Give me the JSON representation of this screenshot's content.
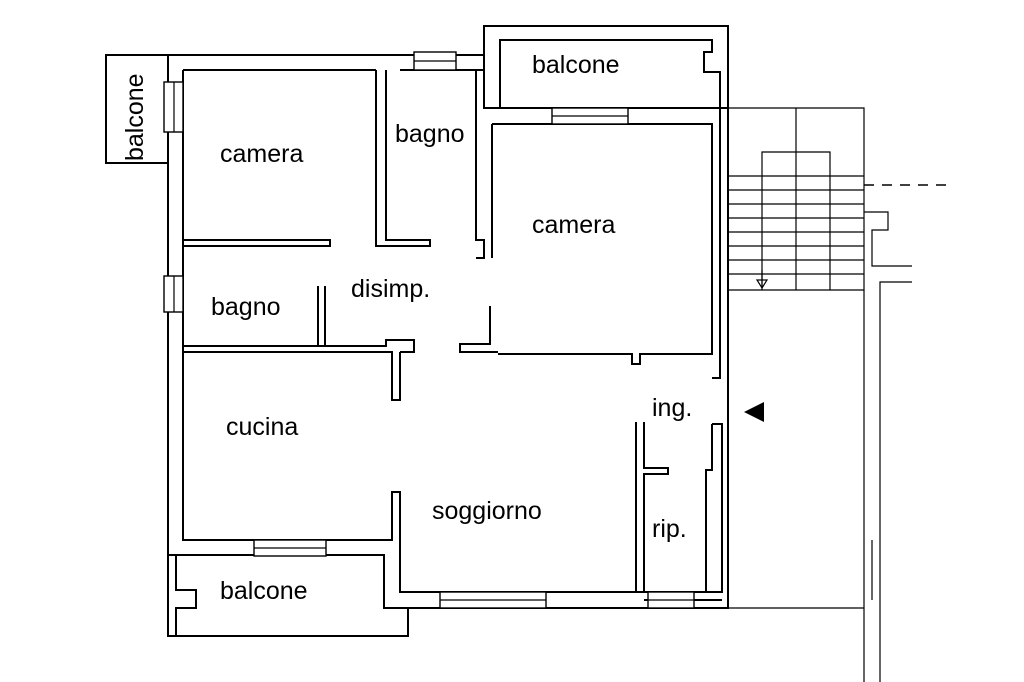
{
  "rooms": {
    "balcone_left": "balcone",
    "balcone_top": "balcone",
    "balcone_bottom": "balcone",
    "camera_left": "camera",
    "camera_right": "camera",
    "bagno_top": "bagno",
    "bagno_left": "bagno",
    "disimp": "disimp.",
    "cucina": "cucina",
    "soggiorno": "soggiorno",
    "ingresso": "ing.",
    "ripostiglio": "rip."
  },
  "icons": {
    "entrance": "entrance-arrow-icon",
    "stairs": "stair-direction-icon"
  }
}
